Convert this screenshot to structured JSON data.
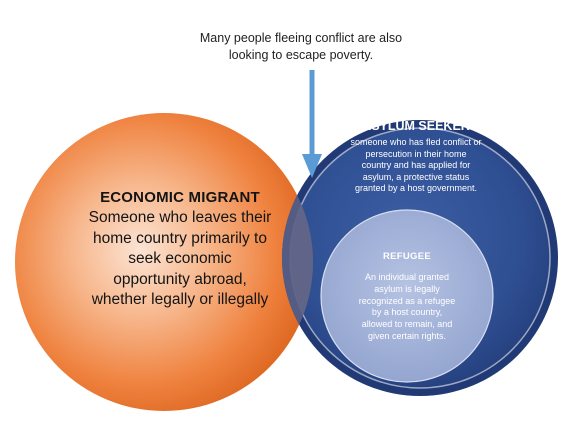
{
  "callout": {
    "lines": [
      "Many people fleeing conflict are also",
      "looking to escape poverty."
    ]
  },
  "economic_migrant": {
    "title": "ECONOMIC MIGRANT",
    "lines": [
      "Someone who leaves their",
      "home country primarily to",
      "seek economic",
      "opportunity abroad,",
      "whether legally or illegally"
    ],
    "color": "#ee7e38"
  },
  "asylum_seeker": {
    "title": "ASYLUM SEEKER",
    "lines": [
      "someone who has fled conflict or",
      "persecution in their home",
      "country and  has applied for",
      "asylum, a protective status",
      "granted by a host government."
    ],
    "color": "#2f4f93"
  },
  "refugee": {
    "title": "REFUGEE",
    "lines": [
      "An individual granted",
      "asylum is legally",
      "recognized as a refugee",
      "by a host country,",
      "allowed to remain, and",
      "given certain rights."
    ],
    "color": "#a9b6d9"
  },
  "arrow": {
    "color": "#5b9bd5"
  }
}
